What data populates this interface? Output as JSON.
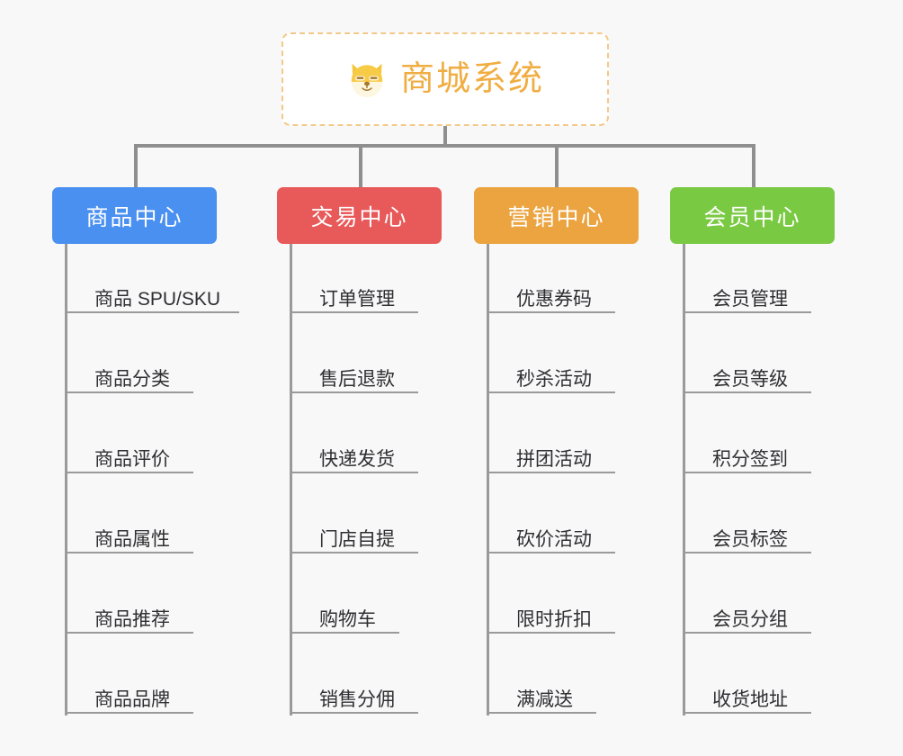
{
  "diagram": {
    "background_color": "#f8f8f8",
    "connector_color": "#8f8f8f"
  },
  "root": {
    "title": "商城系统",
    "icon": "shiba-dog-face-icon",
    "text_color": "#f0ad42",
    "border_color": "#f3c98a",
    "background_color": "#ffffff"
  },
  "columns": [
    {
      "label": "商品中心",
      "color": "#4a90f0",
      "items": [
        "商品 SPU/SKU",
        "商品分类",
        "商品评价",
        "商品属性",
        "商品推荐",
        "商品品牌"
      ]
    },
    {
      "label": "交易中心",
      "color": "#e8595a",
      "items": [
        "订单管理",
        "售后退款",
        "快递发货",
        "门店自提",
        "购物车",
        "销售分佣"
      ]
    },
    {
      "label": "营销中心",
      "color": "#eba440",
      "items": [
        "优惠券码",
        "秒杀活动",
        "拼团活动",
        "砍价活动",
        "限时折扣",
        "满减送"
      ]
    },
    {
      "label": "会员中心",
      "color": "#7ac943",
      "items": [
        "会员管理",
        "会员等级",
        "积分签到",
        "会员标签",
        "会员分组",
        "收货地址"
      ]
    }
  ]
}
